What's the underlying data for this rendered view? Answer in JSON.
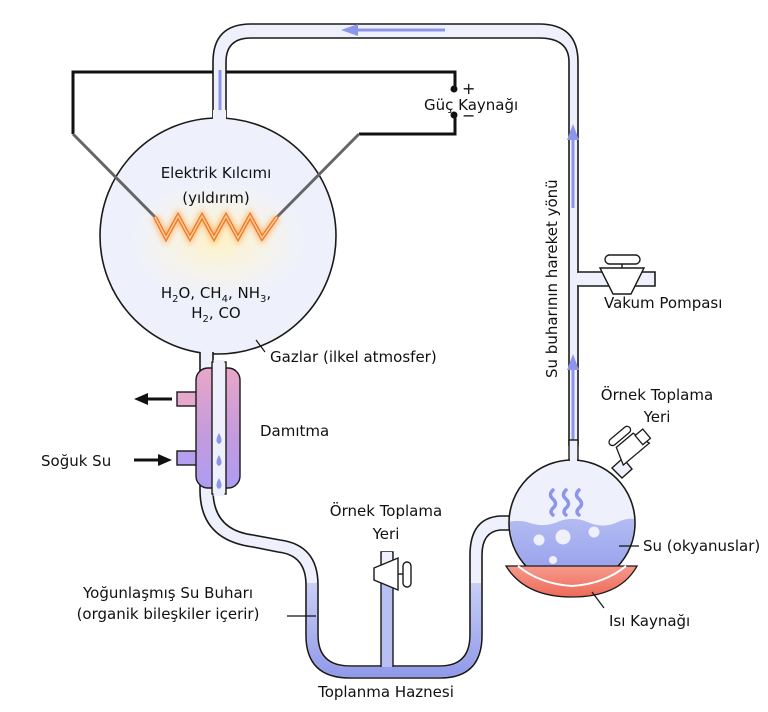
{
  "title": "Miller-Urey Deneyi",
  "labels": {
    "spark_line1": "Elektrik Kılcımı",
    "spark_line2": "(yıldırım)",
    "gases_note": "Gazlar (ilkel atmosfer)",
    "power_source": "Güç Kaynağı",
    "plus": "+",
    "minus": "−",
    "vacuum_pump": "Vakum Pompası",
    "vapor_direction": "Su buharının hareket yönü",
    "condenser": "Damıtma",
    "cold_water": "Soğuk Su",
    "sample_right_line1": "Örnek Toplama",
    "sample_right_line2": "Yeri",
    "sample_mid_line1": "Örnek Toplama",
    "sample_mid_line2": "Yeri",
    "ocean": "Su (okyanuslar)",
    "heat_source": "Isı Kaynağı",
    "condensed_line1": "Yoğunlaşmış Su Buharı",
    "condensed_line2": "(organik bileşkiler içerir)",
    "trap": "Toplanma Haznesi"
  },
  "chemistry": {
    "line1": [
      {
        "t": "H"
      },
      {
        "t": "2",
        "sub": true
      },
      {
        "t": "O, CH"
      },
      {
        "t": "4",
        "sub": true
      },
      {
        "t": ", NH"
      },
      {
        "t": "3",
        "sub": true
      },
      {
        "t": ","
      }
    ],
    "line2": [
      {
        "t": "H"
      },
      {
        "t": "2",
        "sub": true
      },
      {
        "t": ", CO"
      }
    ]
  },
  "colors": {
    "tube_fill": "#eef1fb",
    "tube_stroke": "#1a1a1a",
    "flow_arrow": "#8c95ea",
    "water": "#9ba4ee",
    "condenser_top": "#e6a3c8",
    "condenser_bottom": "#b39cf0",
    "heater": "#f07a6a",
    "spark": "#f39a50",
    "wire": "#111111",
    "electrode": "#666666"
  }
}
